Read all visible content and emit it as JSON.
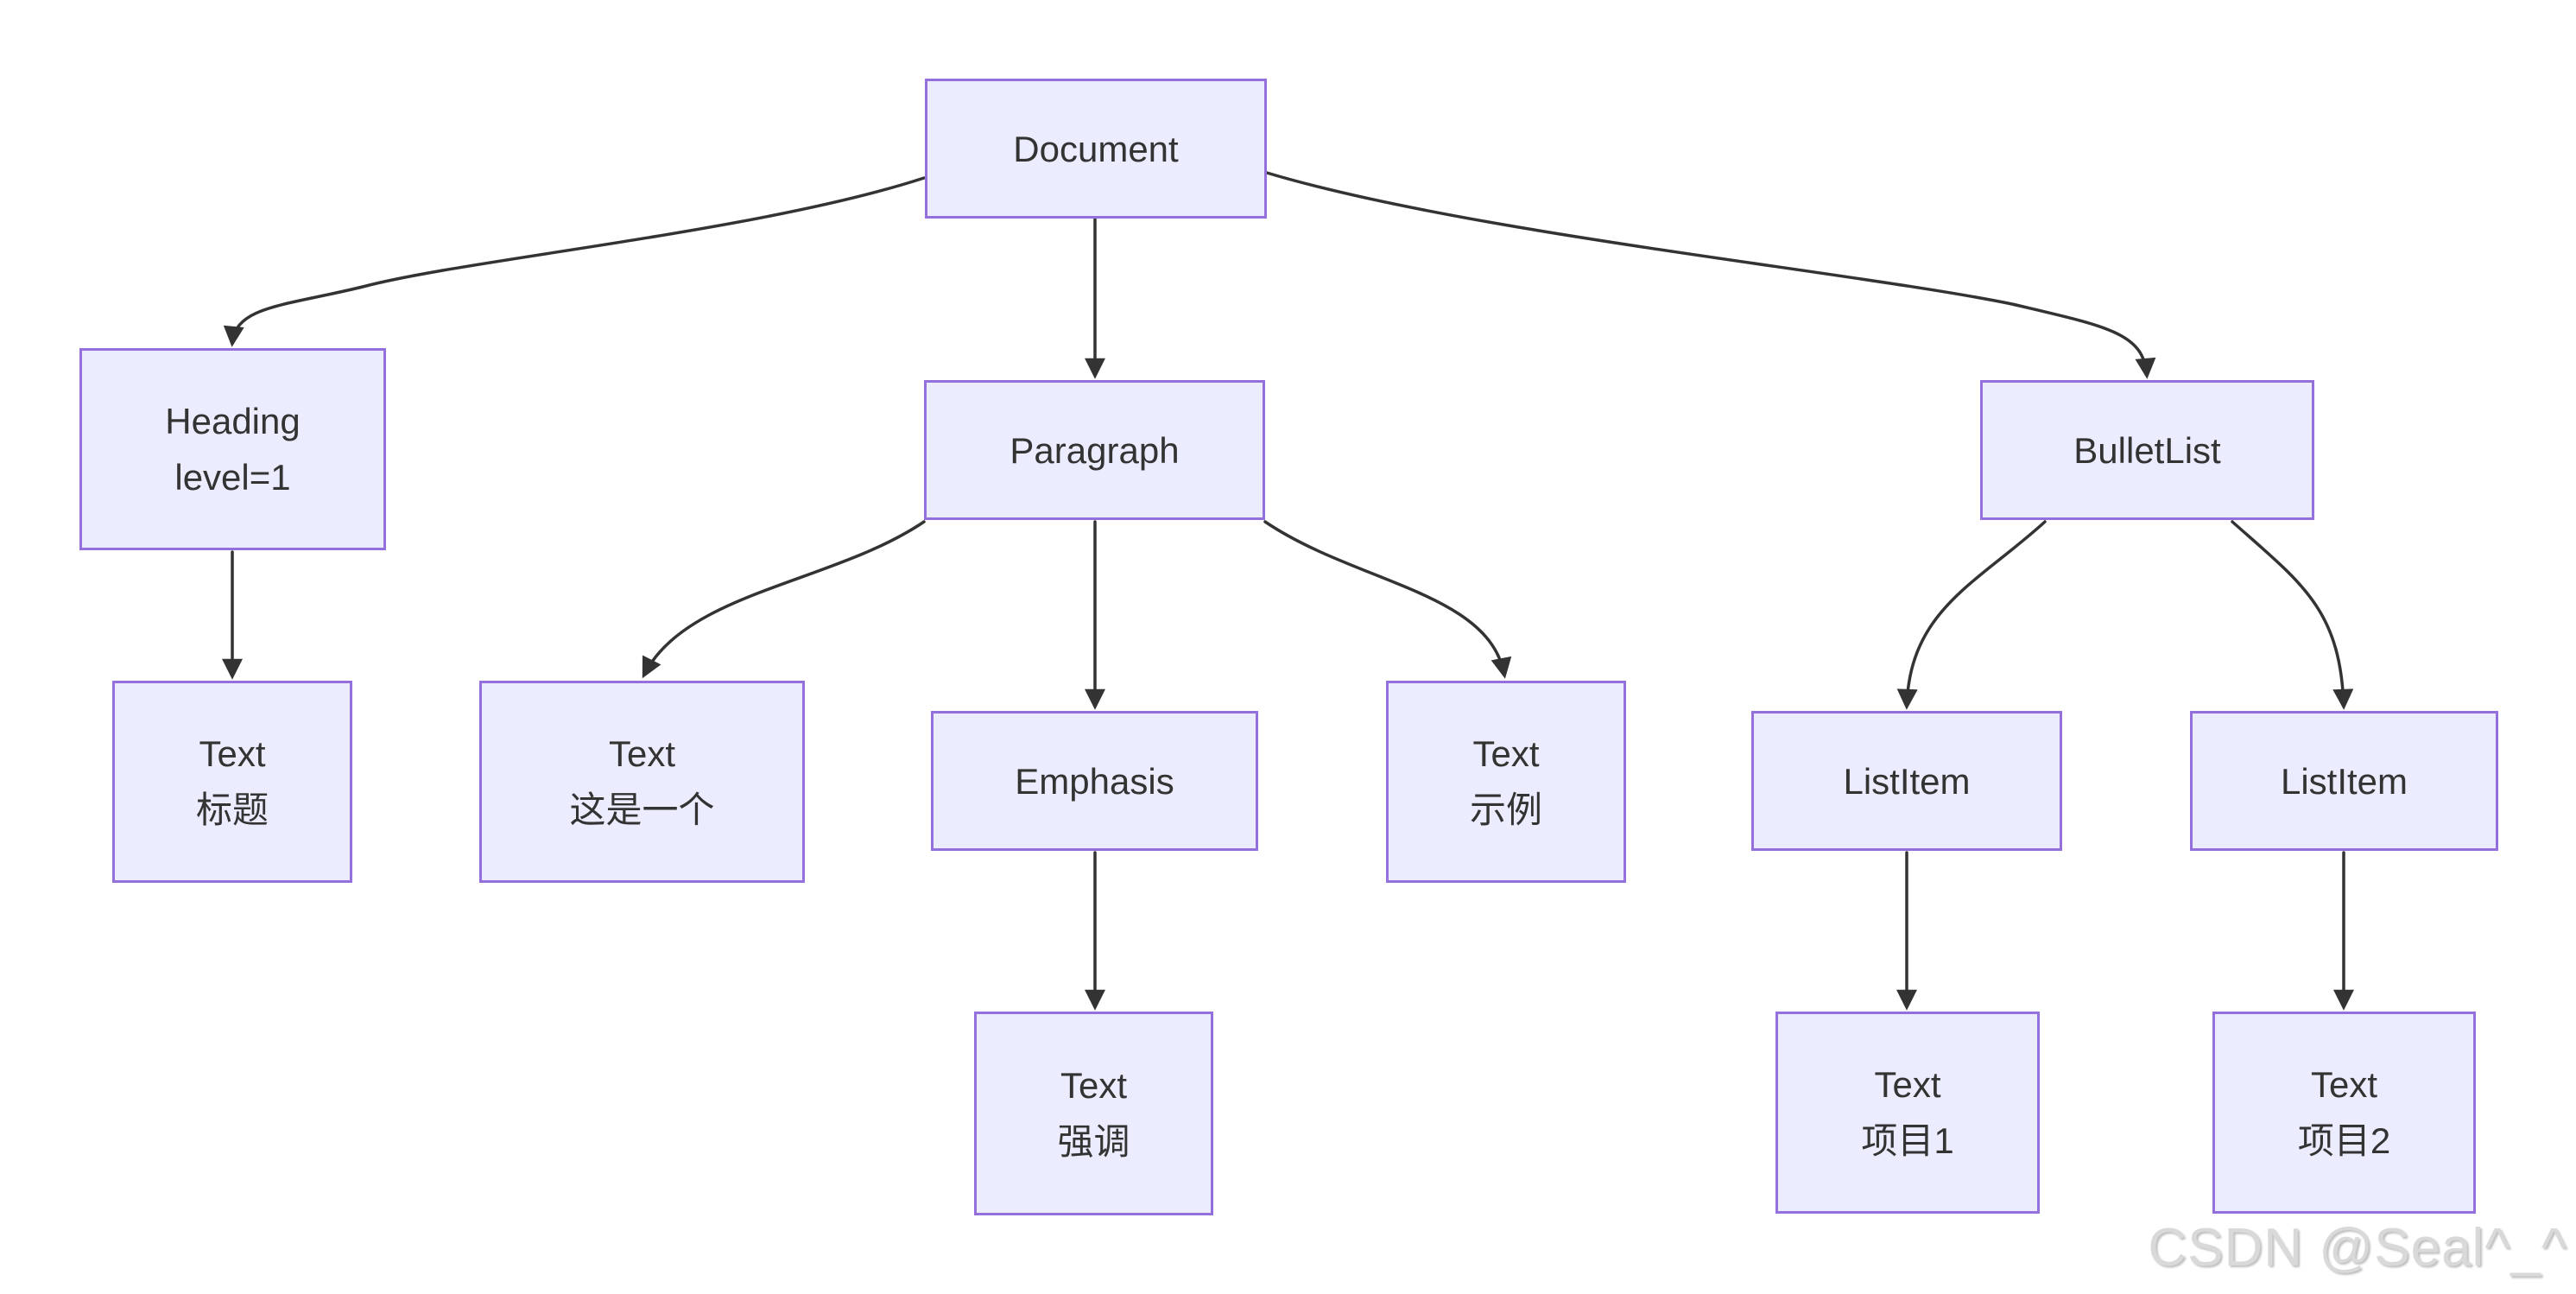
{
  "diagram": {
    "type": "flowchart-tree",
    "direction": "top-down",
    "nodes": [
      {
        "id": "document",
        "label": "Document"
      },
      {
        "id": "heading",
        "label": "Heading",
        "sublabel": "level=1"
      },
      {
        "id": "paragraph",
        "label": "Paragraph"
      },
      {
        "id": "bulletlist",
        "label": "BulletList"
      },
      {
        "id": "text-title",
        "label": "Text",
        "sublabel": "标题"
      },
      {
        "id": "text-intro",
        "label": "Text",
        "sublabel": "这是一个"
      },
      {
        "id": "emphasis",
        "label": "Emphasis"
      },
      {
        "id": "text-example",
        "label": "Text",
        "sublabel": "示例"
      },
      {
        "id": "listitem-1",
        "label": "ListItem"
      },
      {
        "id": "listitem-2",
        "label": "ListItem"
      },
      {
        "id": "text-emphasis",
        "label": "Text",
        "sublabel": "强调"
      },
      {
        "id": "text-item1",
        "label": "Text",
        "sublabel": "项目1"
      },
      {
        "id": "text-item2",
        "label": "Text",
        "sublabel": "项目2"
      }
    ],
    "edges": [
      {
        "from": "document",
        "to": "heading"
      },
      {
        "from": "document",
        "to": "paragraph"
      },
      {
        "from": "document",
        "to": "bulletlist"
      },
      {
        "from": "heading",
        "to": "text-title"
      },
      {
        "from": "paragraph",
        "to": "text-intro"
      },
      {
        "from": "paragraph",
        "to": "emphasis"
      },
      {
        "from": "paragraph",
        "to": "text-example"
      },
      {
        "from": "emphasis",
        "to": "text-emphasis"
      },
      {
        "from": "bulletlist",
        "to": "listitem-1"
      },
      {
        "from": "bulletlist",
        "to": "listitem-2"
      },
      {
        "from": "listitem-1",
        "to": "text-item1"
      },
      {
        "from": "listitem-2",
        "to": "text-item2"
      }
    ],
    "colors": {
      "node_fill": "#ECECFF",
      "node_border": "#9370DB",
      "node_text": "#333333",
      "edge": "#333333",
      "background": "#FFFFFF",
      "watermark": "#D9D9D9"
    }
  },
  "watermark": {
    "text": "CSDN @Seal^_^"
  }
}
